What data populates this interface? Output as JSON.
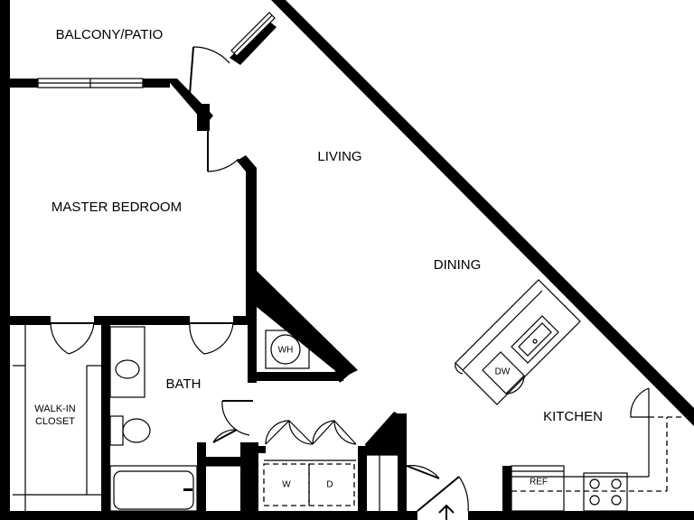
{
  "rooms": {
    "balcony": "BALCONY/PATIO",
    "master_bedroom": "MASTER BEDROOM",
    "living": "LIVING",
    "dining": "DINING",
    "kitchen": "KITCHEN",
    "bath": "BATH",
    "closet_line1": "WALK-IN",
    "closet_line2": "CLOSET"
  },
  "fixtures": {
    "water_heater": "WH",
    "dishwasher": "DW",
    "refrigerator": "REF",
    "washer": "W",
    "dryer": "D"
  }
}
